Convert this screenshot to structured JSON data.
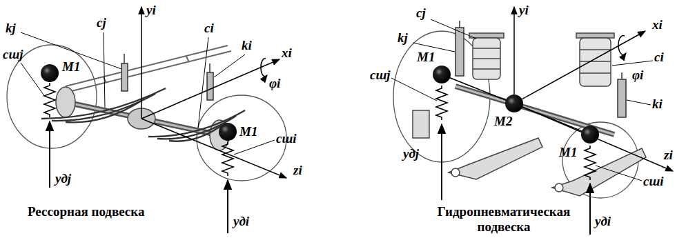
{
  "diagram": {
    "labels": [
      "kj",
      "cj",
      "yi",
      "ci",
      "ki",
      "cшj",
      "xi",
      "M1",
      "φi",
      "M1",
      "cшi",
      "zi",
      "yдj",
      "Рессорная подвеска",
      "yдi",
      "cj",
      "yi",
      "xi",
      "kj",
      "M1",
      "cшj",
      "ci",
      "φi",
      "ki",
      "M2",
      "M1",
      "yдj",
      "zi",
      "cшi",
      "Гидропневматическая подвеска",
      "yдi"
    ]
  }
}
